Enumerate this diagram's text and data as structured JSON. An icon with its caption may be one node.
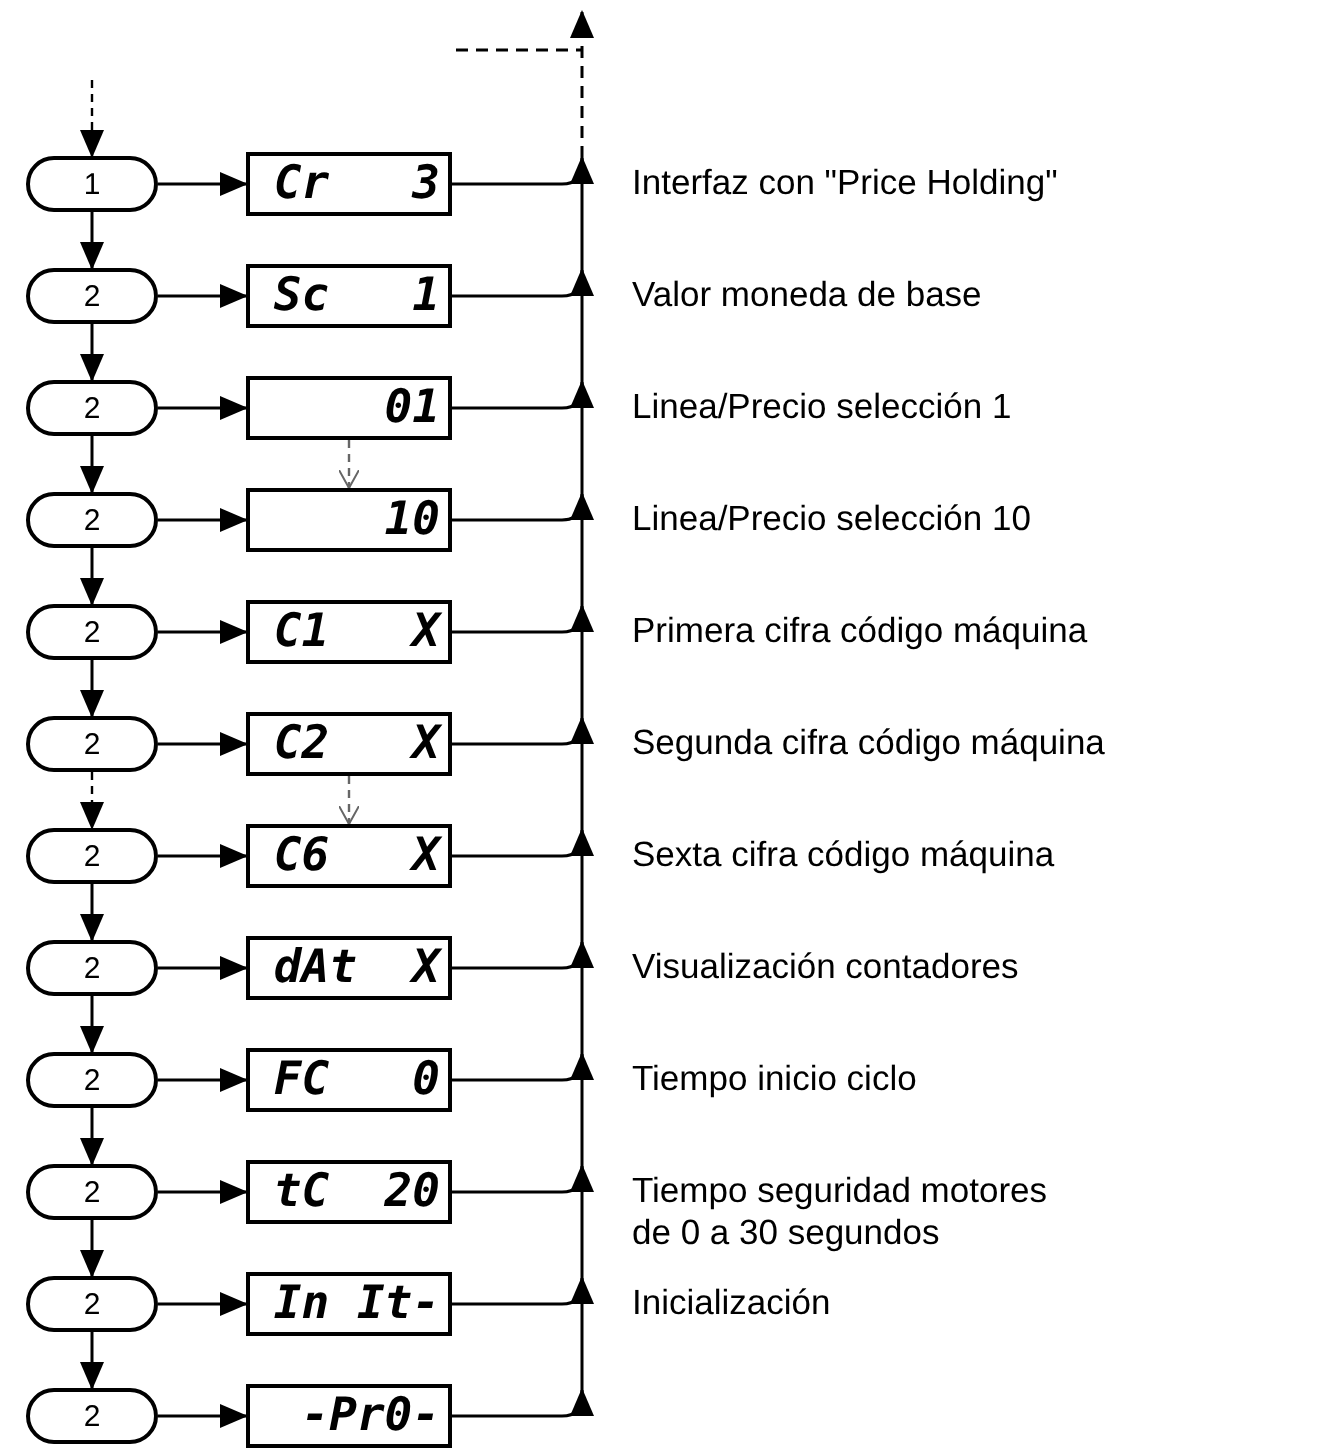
{
  "diagram": {
    "nodes": [
      {
        "text": [
          "1"
        ]
      },
      {
        "text": [
          "Cr   3"
        ]
      },
      {
        "text": [
          "2"
        ]
      },
      {
        "text": [
          "Sc   1"
        ]
      },
      {
        "text": [
          "2"
        ]
      },
      {
        "text": [
          "01"
        ]
      },
      {
        "text": [
          "2"
        ]
      },
      {
        "text": [
          "10"
        ]
      },
      {
        "text": [
          "2"
        ]
      },
      {
        "text": [
          "C1   X"
        ]
      },
      {
        "text": [
          "2"
        ]
      },
      {
        "text": [
          "C2   X"
        ]
      },
      {
        "text": [
          "2"
        ]
      },
      {
        "text": [
          "C6   X"
        ]
      },
      {
        "text": [
          "2"
        ]
      },
      {
        "text": [
          "dAt  X"
        ]
      },
      {
        "text": [
          "2"
        ]
      },
      {
        "text": [
          "FC   0"
        ]
      },
      {
        "text": [
          "2"
        ]
      },
      {
        "text": [
          "tC  20"
        ]
      },
      {
        "text": [
          "2"
        ]
      },
      {
        "text": [
          "In It-"
        ]
      },
      {
        "text": [
          "2"
        ]
      },
      {
        "text": [
          "-Pr0-"
        ]
      }
    ],
    "edges": [
      {
        "from": null,
        "to": 0,
        "arrow": "to",
        "style": "dashed"
      },
      {
        "from": 0,
        "to": 2,
        "arrow": "to"
      },
      {
        "from": 2,
        "to": 4,
        "arrow": "to"
      },
      {
        "from": 4,
        "to": 6,
        "arrow": "to"
      },
      {
        "from": 6,
        "to": 8,
        "arrow": "to"
      },
      {
        "from": 8,
        "to": 10,
        "arrow": "to"
      },
      {
        "from": 10,
        "to": 12,
        "arrow": "to",
        "style": "dashed"
      },
      {
        "from": 12,
        "to": 14,
        "arrow": "to"
      },
      {
        "from": 14,
        "to": 16,
        "arrow": "to"
      },
      {
        "from": 16,
        "to": 18,
        "arrow": "to"
      },
      {
        "from": 18,
        "to": 20,
        "arrow": "to"
      },
      {
        "from": 20,
        "to": 22,
        "arrow": "to"
      },
      {
        "from": 0,
        "to": 1,
        "arrow": "to"
      },
      {
        "from": 2,
        "to": 3,
        "arrow": "to"
      },
      {
        "from": 4,
        "to": 5,
        "arrow": "to"
      },
      {
        "from": 6,
        "to": 7,
        "arrow": "to"
      },
      {
        "from": 8,
        "to": 9,
        "arrow": "to"
      },
      {
        "from": 10,
        "to": 11,
        "arrow": "to"
      },
      {
        "from": 12,
        "to": 13,
        "arrow": "to"
      },
      {
        "from": 14,
        "to": 15,
        "arrow": "to"
      },
      {
        "from": 16,
        "to": 17,
        "arrow": "to"
      },
      {
        "from": 18,
        "to": 19,
        "arrow": "to"
      },
      {
        "from": 20,
        "to": 21,
        "arrow": "to"
      },
      {
        "from": 22,
        "to": 23,
        "arrow": "to"
      },
      {
        "from": 5,
        "to": 7,
        "arrow": "to",
        "style": "dashed",
        "color": "#666666"
      },
      {
        "from": 11,
        "to": 13,
        "arrow": "to",
        "style": "dashed",
        "color": "#666666"
      },
      {
        "from": 1,
        "to": null,
        "arrow": "to"
      },
      {
        "from": 3,
        "to": null,
        "arrow": "to"
      },
      {
        "from": 5,
        "to": null,
        "arrow": "to"
      },
      {
        "from": 7,
        "to": null,
        "arrow": "to"
      },
      {
        "from": 9,
        "to": null,
        "arrow": "to"
      },
      {
        "from": 11,
        "to": null,
        "arrow": "to"
      },
      {
        "from": 13,
        "to": null,
        "arrow": "to"
      },
      {
        "from": 15,
        "to": null,
        "arrow": "to"
      },
      {
        "from": 17,
        "to": null,
        "arrow": "to"
      },
      {
        "from": 19,
        "to": null,
        "arrow": "to"
      },
      {
        "from": 21,
        "to": null,
        "arrow": "to"
      },
      {
        "from": 23,
        "to": null,
        "arrow": "to"
      }
    ],
    "labels": [
      "Interfaz con \"Price Holding\"",
      "Valor moneda de base",
      "Linea/Precio selección 1",
      "Linea/Precio selección 10",
      "Primera cifra código máquina",
      "Segunda cifra código máquina",
      "Sexta cifra código máquina",
      "Visualización contadores",
      "Tiempo inicio ciclo",
      "Tiempo seguridad motores de 0 a 30 segundos",
      "Inicialización"
    ]
  }
}
